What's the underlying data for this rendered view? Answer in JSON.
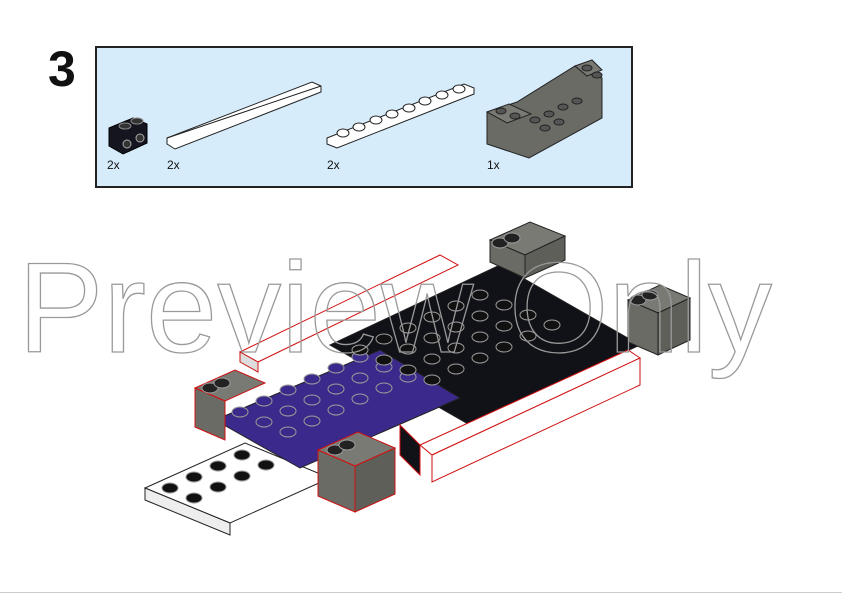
{
  "step": {
    "number": "3"
  },
  "parts": [
    {
      "name": "black-bracket-1x2",
      "qty": "2x",
      "color": "#15151f"
    },
    {
      "name": "white-tile-1x8",
      "qty": "2x",
      "color": "#ffffff"
    },
    {
      "name": "white-plate-1x8",
      "qty": "2x",
      "color": "#ffffff"
    },
    {
      "name": "dark-gray-brick-u",
      "qty": "1x",
      "color": "#6b6b66"
    }
  ],
  "watermark": {
    "text": "Preview Only"
  },
  "colors": {
    "panel": "#d6ecfb",
    "black": "#111118",
    "blue": "#3b2a8c",
    "gray": "#6b6b66",
    "highlight": "#d01010"
  }
}
